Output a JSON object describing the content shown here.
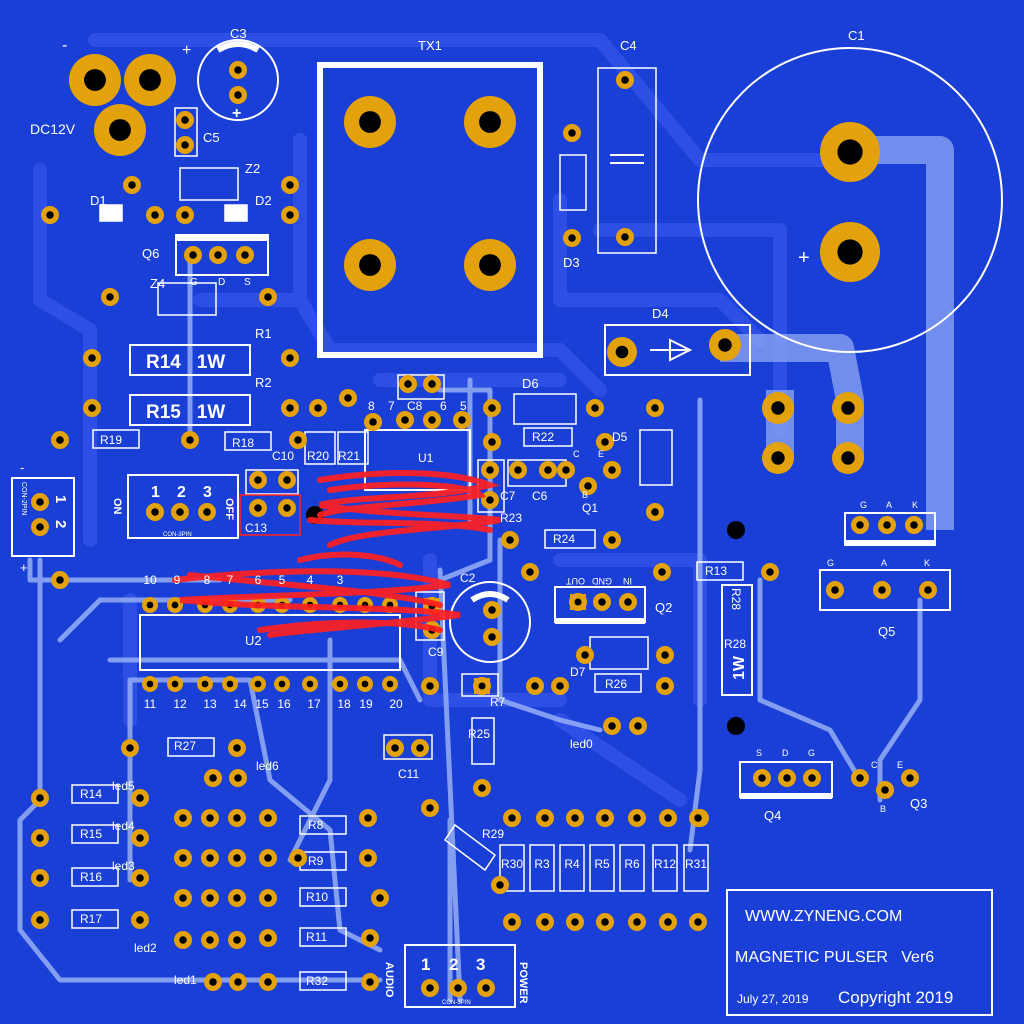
{
  "board": {
    "colors": {
      "board": "#1a3fd6",
      "copper": "#2d4fe6",
      "trace": "#8fa9f5",
      "pad": "#e3a20b",
      "hole": "#000000",
      "silkscreen": "#ffffff",
      "scribble": "#ff2020"
    }
  },
  "labels": {
    "dc_minus": "-",
    "dc_plus": "+",
    "dc12v": "DC12V",
    "c3": "C3",
    "c3_plus": "+",
    "c5": "C5",
    "tx1": "TX1",
    "c4": "C4",
    "c1": "C1",
    "c1_plus": "+",
    "z2": "Z2",
    "d1": "D1",
    "d2": "D2",
    "d3": "D3",
    "q6": "Q6",
    "z4": "Z4",
    "q6_g": "G",
    "q6_d": "D",
    "q6_s": "S",
    "r1": "R1",
    "r14_1w": "R14   1W",
    "r2": "R2",
    "r15_1w": "R15   1W",
    "d4": "D4",
    "r19": "R19",
    "r18": "R18",
    "c10": "C10",
    "r20": "R20",
    "r21": "R21",
    "c8": "C8",
    "u1_8": "8",
    "u1_7": "7",
    "u1_6": "6",
    "u1_5": "5",
    "d6": "D6",
    "r22": "R22",
    "d5": "D5",
    "u1": "U1",
    "c7": "C7",
    "c6": "C6",
    "q1": "Q1",
    "q1_c": "C",
    "q1_e": "E",
    "q1_b": "B",
    "r23": "R23",
    "r24": "R24",
    "c13": "C13",
    "con_minus": "-",
    "con_plus": "+",
    "con2pin": "CON-2PIN",
    "con_1": "1",
    "con_2": "2",
    "sw_on": "ON",
    "sw_off": "OFF",
    "sw_1": "1",
    "sw_2": "2",
    "sw_3": "3",
    "sw_con3pin": "CON-3PIN",
    "q5_g1": "G",
    "q5_a1": "A",
    "q5_k1": "K",
    "q5_g2": "G",
    "q5_a2": "A",
    "q5_k2": "K",
    "q5": "Q5",
    "c2": "C2",
    "q2_out": "OUT",
    "q2_gnd": "GND",
    "q2_in": "IN",
    "q2": "Q2",
    "r13": "R13",
    "r28_v": "R28",
    "r28_body": "R28",
    "r28_1w": "1W",
    "u2": "U2",
    "u2_top": [
      "10",
      "9",
      "8",
      "7",
      "6",
      "5",
      "4",
      "3"
    ],
    "u2_bot": [
      "11",
      "12",
      "13",
      "14",
      "15",
      "16",
      "17",
      "18",
      "19",
      "20"
    ],
    "c9": "C9",
    "d7": "D7",
    "r26": "R26",
    "r7": "R7",
    "r25": "R25",
    "led0": "led0",
    "r27": "R27",
    "led6": "led6",
    "c11": "C11",
    "q4": "Q4",
    "q4_s": "S",
    "q4_d": "D",
    "q4_g": "G",
    "q3": "Q3",
    "q3_c": "C",
    "q3_e": "E",
    "q3_b": "B",
    "r14b": "R14",
    "r15b": "R15",
    "r16": "R16",
    "r17": "R17",
    "led5": "led5",
    "led4": "led4",
    "led3": "led3",
    "led2": "led2",
    "led1": "led1",
    "r8": "R8",
    "r9": "R9",
    "r10": "R10",
    "r11": "R11",
    "r32": "R32",
    "r29": "R29",
    "bottom_res": [
      "R30",
      "R3",
      "R4",
      "R5",
      "R6",
      "R12",
      "R31"
    ],
    "audio": "AUDIO",
    "power": "POWER",
    "pwr_1": "1",
    "pwr_2": "2",
    "pwr_3": "3",
    "pwr_con3pin": "CON-3PIN",
    "website": "WWW.ZYNENG.COM",
    "product": "MAGNETIC PULSER   Ver6",
    "date": "July 27, 2019",
    "copyright": "Copyright 2019"
  }
}
